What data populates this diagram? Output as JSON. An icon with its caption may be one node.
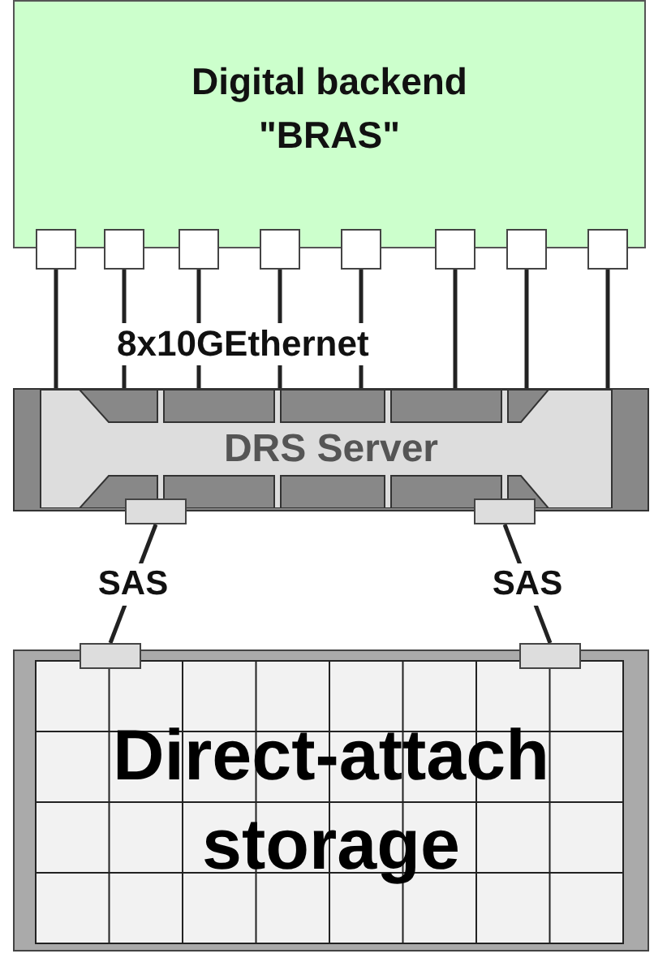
{
  "diagram": {
    "nodes": [
      {
        "text": [
          "Digital backend \"BRAS\""
        ]
      },
      {
        "text": [],
        "shape": "box"
      },
      {
        "text": [],
        "shape": "box"
      },
      {
        "text": [],
        "shape": "box"
      },
      {
        "text": [],
        "shape": "box"
      },
      {
        "text": [],
        "shape": "box"
      },
      {
        "text": [],
        "shape": "box"
      },
      {
        "text": [],
        "shape": "box"
      },
      {
        "text": [],
        "shape": "box"
      },
      {
        "text": [
          "DRS Server"
        ]
      },
      {
        "text": [],
        "shape": "box"
      },
      {
        "text": [],
        "shape": "box"
      },
      {
        "text": [
          "Direct-attach storage"
        ]
      },
      {
        "text": [],
        "shape": "box"
      },
      {
        "text": [],
        "shape": "box"
      }
    ],
    "edges": [
      {
        "from": 1,
        "to": 9,
        "arrow": "none"
      },
      {
        "from": 2,
        "to": 9,
        "arrow": "none"
      },
      {
        "from": 3,
        "to": 9,
        "arrow": "none"
      },
      {
        "from": 4,
        "to": 9,
        "arrow": "none"
      },
      {
        "from": 5,
        "to": 9,
        "arrow": "none"
      },
      {
        "from": 6,
        "to": 9,
        "arrow": "none"
      },
      {
        "from": 7,
        "to": 9,
        "arrow": "none"
      },
      {
        "from": 8,
        "to": 9,
        "arrow": "none"
      },
      {
        "from": 10,
        "to": 13,
        "arrow": "none",
        "label": "SAS"
      },
      {
        "from": 11,
        "to": 14,
        "arrow": "none",
        "label": "SAS"
      }
    ],
    "labels": [
      "8x10GEthernet"
    ]
  }
}
